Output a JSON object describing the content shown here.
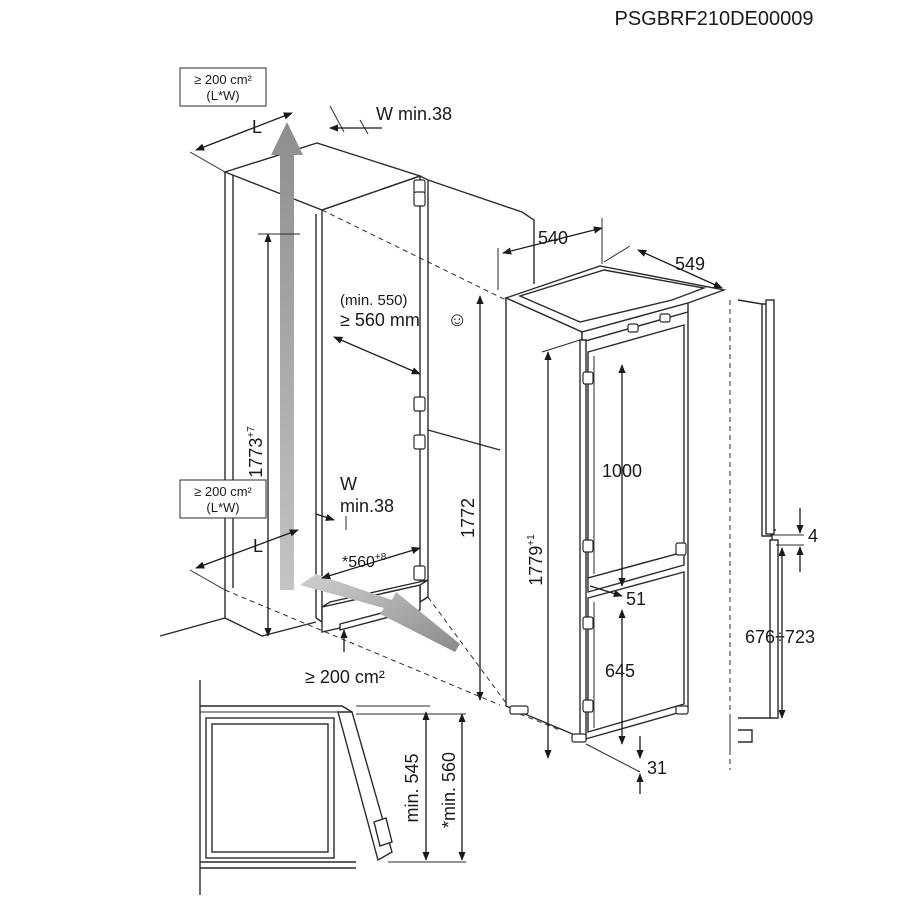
{
  "header": {
    "code": "PSGBRF210DE00009"
  },
  "labels": {
    "vent_area_top_1": "≥ 200 cm²",
    "vent_area_top_2": "(L*W)",
    "vent_area_mid_1": "≥ 200 cm²",
    "vent_area_mid_2": "(L*W)",
    "vent_area_bottom": "≥ 200 cm²",
    "L_top": "L",
    "L_bottom": "L",
    "W_top": "W min.38",
    "W_mid_1": "W",
    "W_mid_2": "min.38",
    "niche_height": "1773",
    "niche_height_sup": "+7",
    "niche_depth": "*560",
    "niche_depth_sup": "+8",
    "depth_min_1": "(min. 550)",
    "depth_min_2": "≥ 560 mm",
    "smiley": "☺",
    "dim_540": "540",
    "dim_549": "549",
    "dim_1772": "1772",
    "dim_1779": "1779",
    "dim_1779_sup": "+1",
    "dim_1000": "1000",
    "dim_51": "51",
    "dim_645": "645",
    "dim_31": "31",
    "dim_4": "4",
    "dim_676_723": "676÷723",
    "side_min_545": "min. 545",
    "side_min_560": "*min. 560"
  },
  "colors": {
    "airflow_arrow": "#9c9c9c",
    "line": "#2b2b2b"
  }
}
